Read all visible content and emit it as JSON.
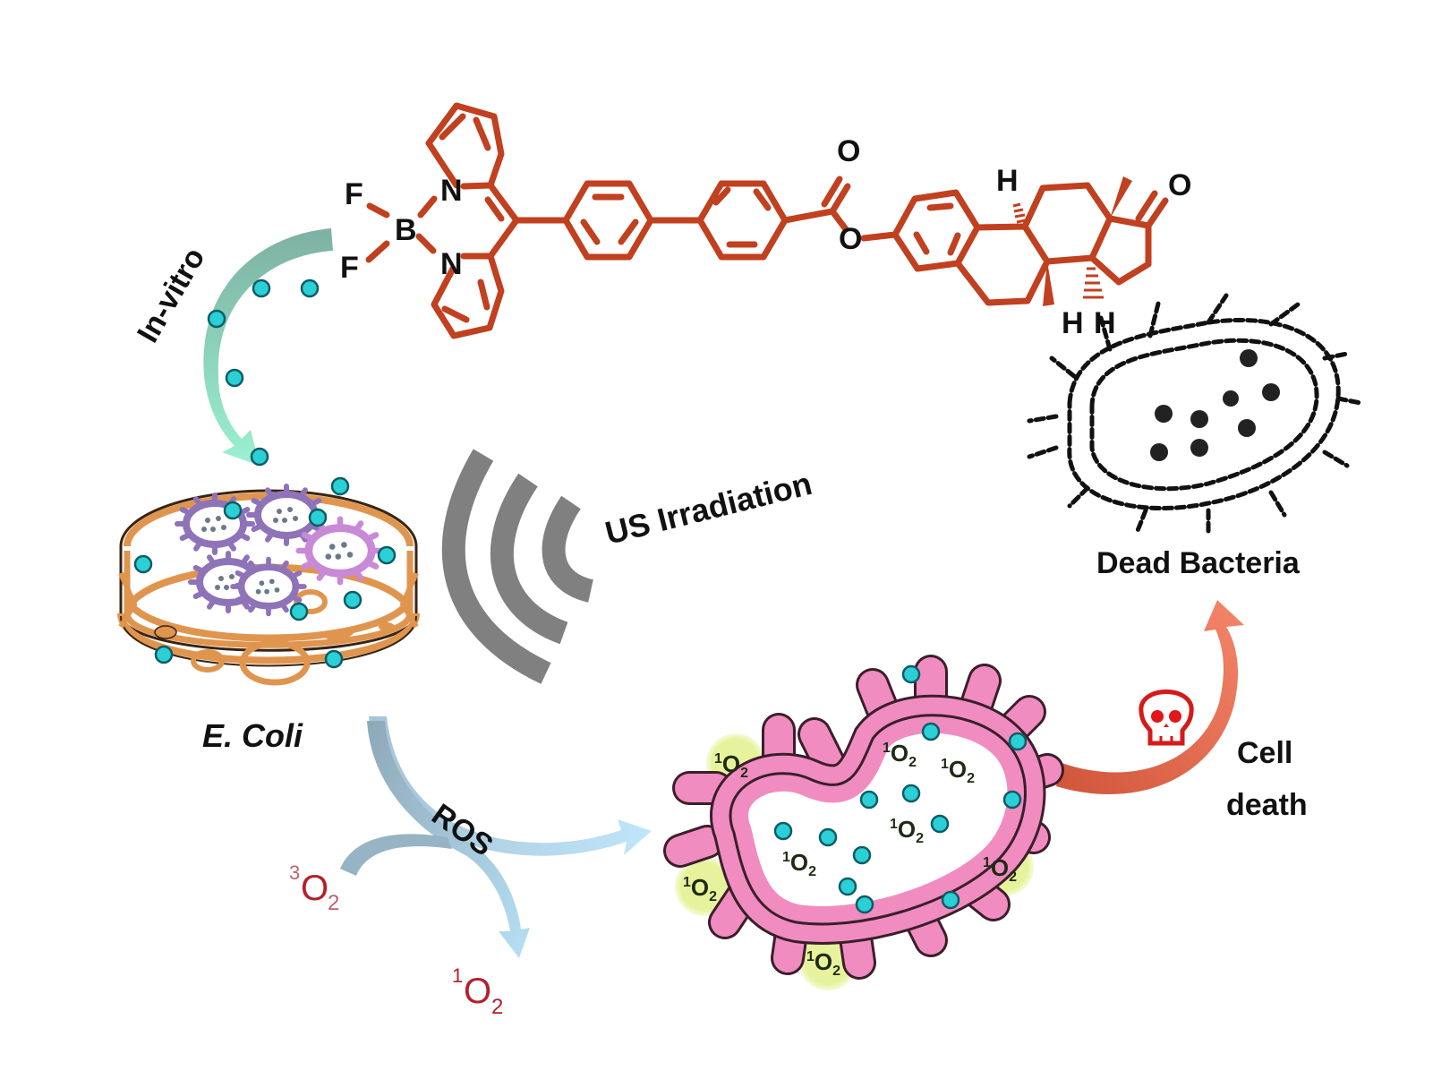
{
  "molecule": {
    "atoms": {
      "f_top": "F",
      "f_bottom": "F",
      "b": "B",
      "n_top": "N",
      "n_bottom": "N",
      "o_carbonyl": "O",
      "o_ester": "O",
      "h_top": "H",
      "h_bottom_left": "H",
      "h_bottom_right": "H",
      "o_ketone": "O"
    },
    "color": "#c0401f"
  },
  "labels": {
    "in_vitro": "In-vitro",
    "us_irradiation": "US Irradiation",
    "e_coli": "E. Coli",
    "dead_bacteria": "Dead Bacteria",
    "cell_death_line1": "Cell",
    "cell_death_line2": "death",
    "ros": "ROS",
    "triplet_o2_sup": "3",
    "triplet_o2": "O",
    "triplet_o2_sub": "2",
    "singlet_o2_sup": "1",
    "singlet_o2": "O",
    "singlet_o2_sub": "2"
  },
  "singlet_oxygen_badges": [
    {
      "sup": "1",
      "base": "O",
      "sub": "2"
    },
    {
      "sup": "1",
      "base": "O",
      "sub": "2"
    },
    {
      "sup": "1",
      "base": "O",
      "sub": "2"
    },
    {
      "sup": "1",
      "base": "O",
      "sub": "2"
    },
    {
      "sup": "1",
      "base": "O",
      "sub": "2"
    },
    {
      "sup": "1",
      "base": "O",
      "sub": "2"
    },
    {
      "sup": "1",
      "base": "O",
      "sub": "2"
    },
    {
      "sup": "1",
      "base": "O",
      "sub": "2"
    }
  ],
  "colors": {
    "molecule": "#c0401f",
    "nanoparticle": "#2ad0d6",
    "petri_dish": "#e0954f",
    "bacteria_purple": "#9a7fc0",
    "bacteria_pink": "#f08cc0",
    "singlet_halo": "#e4f29a",
    "sound_waves": "#808080",
    "in_vitro_arrow": "#7fd8c0",
    "ros_arrow": "#9fbfd6",
    "cell_death_arrow": "#e8694a",
    "skull": "#d41a1a",
    "o2_text": "#b3202a"
  },
  "icons": [
    "skull-icon",
    "sound-wave-icon",
    "petri-dish-icon",
    "bacterium-icon",
    "dead-bacterium-icon"
  ]
}
